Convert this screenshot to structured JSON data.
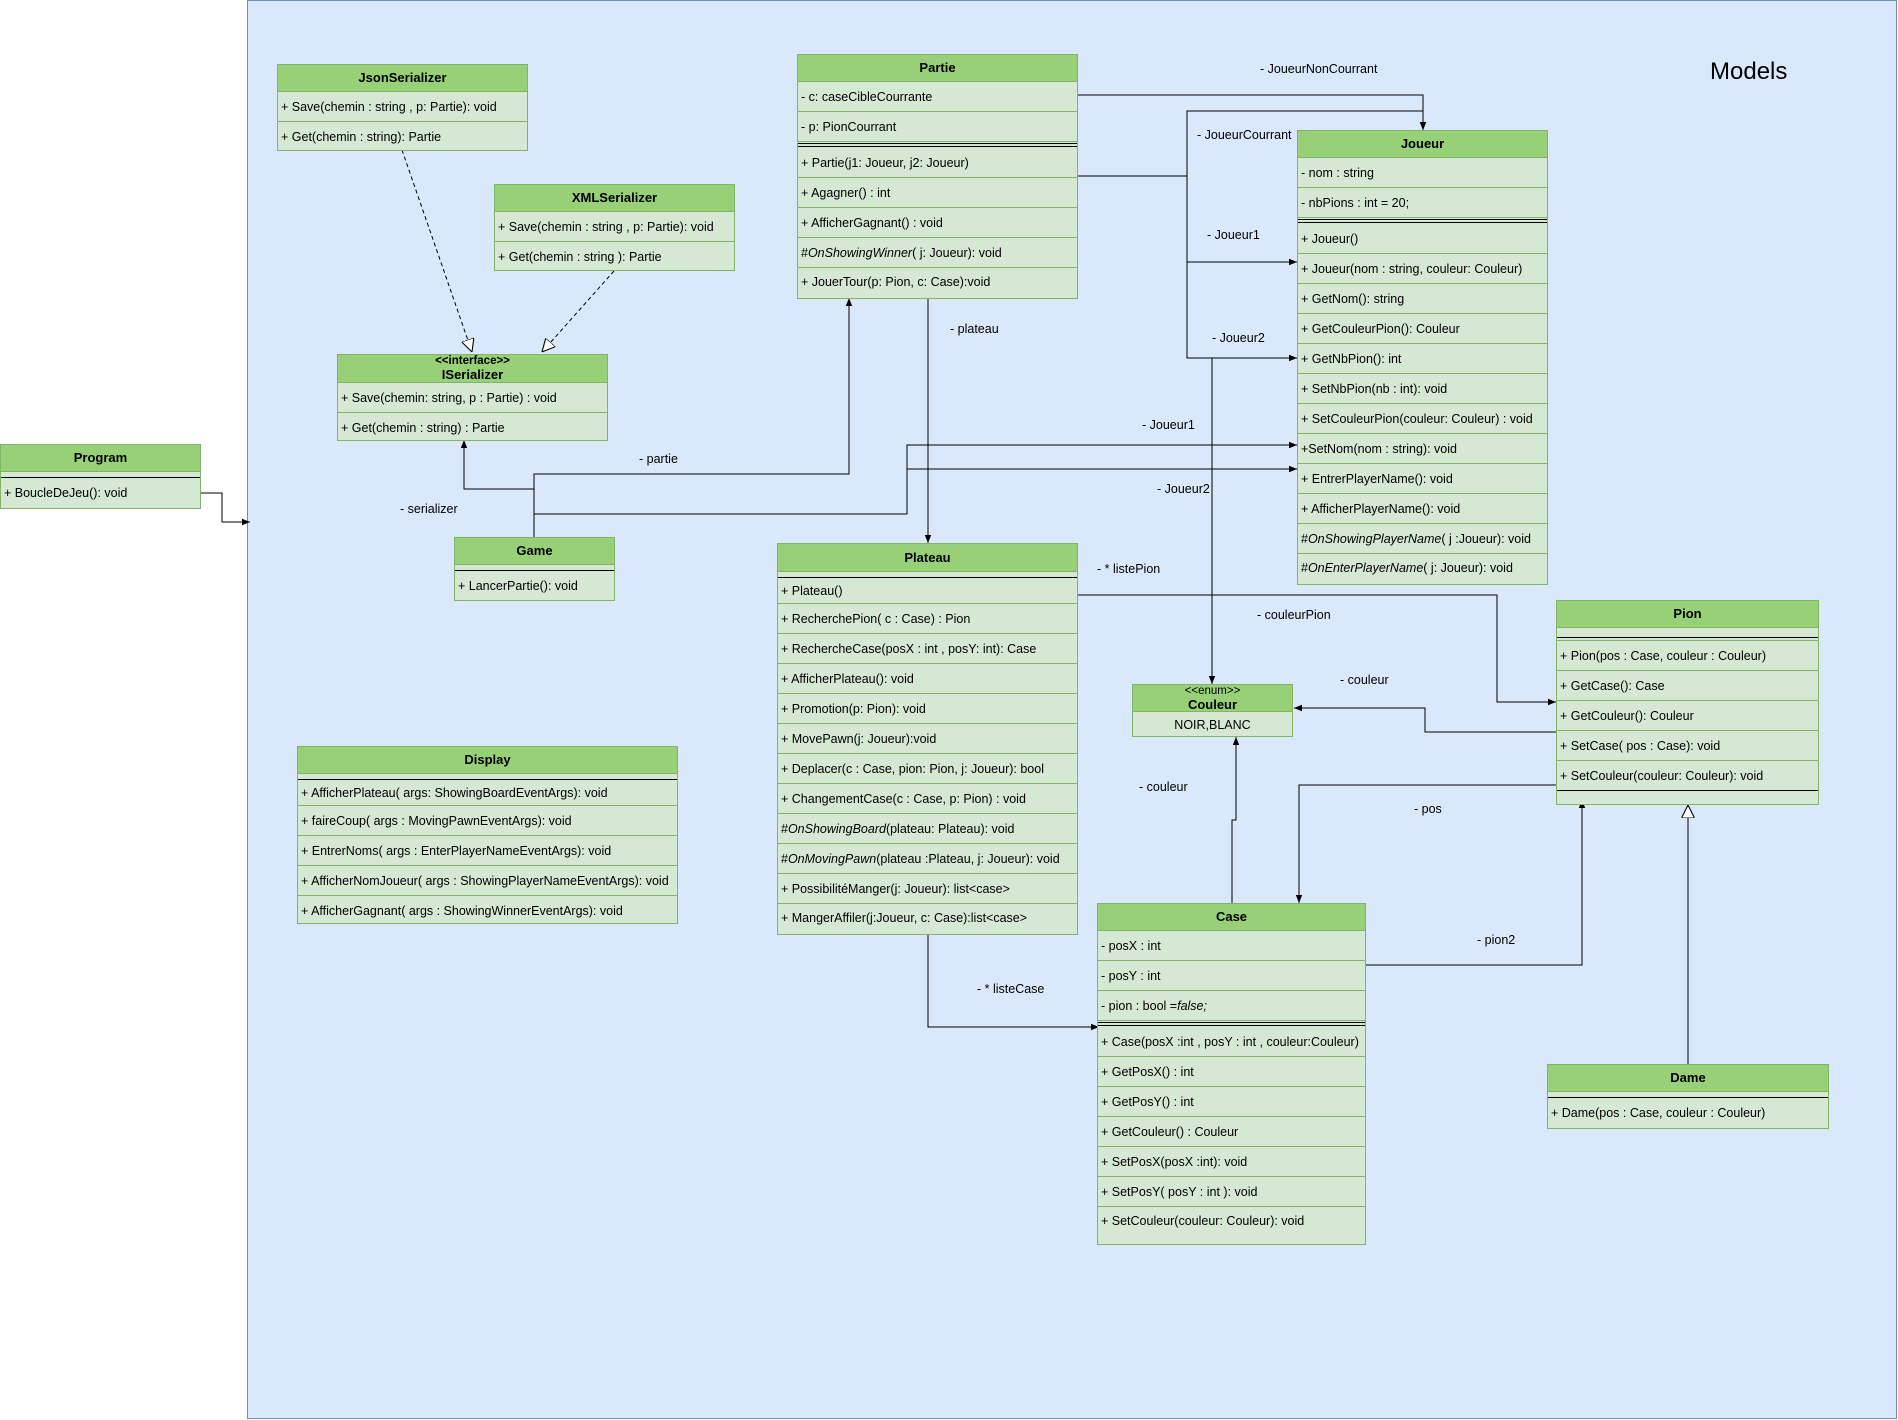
{
  "package": {
    "title": "Models"
  },
  "classes": {
    "program": {
      "name": "Program",
      "methods": [
        "+ BoucleDeJeu(): void"
      ]
    },
    "json_serializer": {
      "name": "JsonSerializer",
      "methods": [
        "+ Save(chemin : string , p: Partie): void",
        "+ Get(chemin : string): Partie"
      ]
    },
    "xml_serializer": {
      "name": "XMLSerializer",
      "methods": [
        "+ Save(chemin : string , p: Partie): void",
        "+ Get(chemin : string ): Partie"
      ]
    },
    "iserializer": {
      "stereotype": "<<interface>>",
      "name": "ISerializer",
      "methods": [
        "+ Save(chemin: string, p : Partie) : void",
        "+ Get(chemin : string) : Partie"
      ]
    },
    "game": {
      "name": "Game",
      "methods": [
        "+ LancerPartie(): void"
      ]
    },
    "display": {
      "name": "Display",
      "methods": [
        " + AfficherPlateau( args: ShowingBoardEventArgs): void",
        "+ faireCoup( args : MovingPawnEventArgs): void",
        "+ EntrerNoms( args : EnterPlayerNameEventArgs): void",
        "+  AfficherNomJoueur( args : ShowingPlayerNameEventArgs): void",
        "+ AfficherGagnant( args : ShowingWinnerEventArgs): void"
      ]
    },
    "partie": {
      "name": "Partie",
      "attributes": [
        "- c: caseCibleCourrante",
        "- p: PionCourrant"
      ],
      "methods": [
        "+ Partie(j1: Joueur, j2: Joueur)",
        "+ Agagner() : int",
        "+ AfficherGagnant() : void",
        "# ",
        "+ JouerTour(p: Pion, c: Case):void"
      ],
      "method_italic_name": "OnShowingWinner",
      "method_italic_rest": "( j:  Joueur): void"
    },
    "plateau": {
      "name": "Plateau",
      "methods": [
        " + Plateau()",
        "+ RecherchePion( c : Case) : Pion",
        "+ RechercheCase(posX : int , posY: int): Case",
        "+ AfficherPlateau(): void",
        "+ Promotion(p: Pion): void",
        "+ MovePawn(j: Joueur):void",
        "+ Deplacer(c : Case, pion: Pion, j: Joueur): bool",
        "+ ChangementCase(c : Case, p: Pion) : void",
        "+ PossibilitéManger(j: Joueur): list<case>",
        "+ MangerAffiler(j:Joueur, c: Case):list<case>"
      ],
      "italic_methods": [
        {
          "prefix": "# ",
          "name": "OnShowingBoard",
          "rest": "(plateau: Plateau): void"
        },
        {
          "prefix": "#  ",
          "name": "OnMovingPawn",
          "rest": " (plateau :Plateau, j: Joueur): void"
        }
      ]
    },
    "joueur": {
      "name": "Joueur",
      "attributes": [
        "- nom : string",
        "- nbPions : int = 20;"
      ],
      "methods": [
        "+ Joueur()",
        "+ Joueur(nom : string, couleur: Couleur)",
        "+ GetNom(): string",
        "+ GetCouleurPion(): Couleur",
        "+ GetNbPion(): int",
        "+ SetNbPion(nb : int): void",
        "+ SetCouleurPion(couleur: Couleur) : void",
        "+SetNom(nom : string): void",
        "+ EntrerPlayerName(): void",
        "+ AfficherPlayerName(): void"
      ],
      "italic_methods": [
        {
          "prefix": "#  ",
          "name": "OnShowingPlayerName",
          "rest": "( j :Joueur): void"
        },
        {
          "prefix": "# ",
          "name": "OnEnterPlayerName",
          "rest": "( j: Joueur): void"
        }
      ]
    },
    "couleur": {
      "stereotype": "<<enum>>",
      "name": "Couleur",
      "values": "NOIR,BLANC"
    },
    "pion": {
      "name": "Pion",
      "methods": [
        "+ Pion(pos : Case, couleur : Couleur)",
        "+ GetCase(): Case",
        "+ GetCouleur(): Couleur",
        "+ SetCase( pos : Case): void",
        "+ SetCouleur(couleur: Couleur): void"
      ]
    },
    "case": {
      "name": "Case",
      "attributes": [
        "- posX : int",
        "- posY : int",
        "- pion : bool = "
      ],
      "attr_italic": "false;",
      "methods": [
        "+ Case(posX :int , posY : int , couleur:Couleur)",
        "+ GetPosX() : int",
        "+ GetPosY() : int",
        "+ GetCouleur() : Couleur",
        "+ SetPosX(posX :int): void",
        "+ SetPosY( posY : int ): void",
        "+ SetCouleur(couleur: Couleur): void"
      ]
    },
    "dame": {
      "name": "Dame",
      "methods": [
        "+ Dame(pos : Case, couleur : Couleur)"
      ]
    }
  },
  "edge_labels": {
    "joueur_non_courrant": "- JoueurNonCourrant",
    "joueur_courrant": "- JoueurCourrant",
    "joueur1_a": "- Joueur1",
    "joueur2_a": "- Joueur2",
    "joueur1_b": "- Joueur1",
    "joueur2_b": "- Joueur2",
    "plateau": "- plateau",
    "partie": "- partie",
    "serializer": "- serializer",
    "liste_pion": "- * listePion",
    "couleur_pion": "- couleurPion",
    "couleur_a": "- couleur",
    "couleur_b": "- couleur",
    "pos": "- pos",
    "pion2": "- pion2",
    "liste_case": "-  *  listeCase"
  },
  "colors": {
    "package_fill": "#dae8fc",
    "package_border": "#6c8ebf",
    "class_fill": "#d5e8d4",
    "class_header": "#97d077",
    "class_border": "#82b366"
  }
}
